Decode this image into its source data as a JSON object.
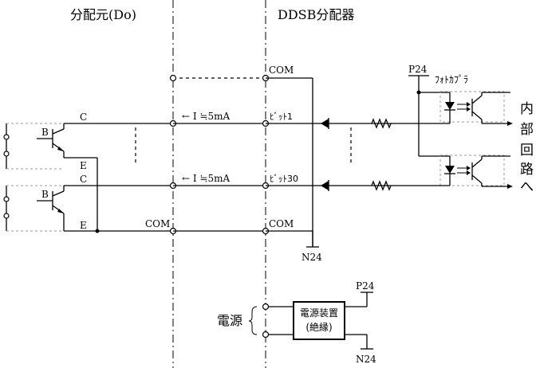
{
  "headers": {
    "left": "分配元(Do)",
    "right": "DDSB分配器"
  },
  "labels": {
    "com_top": "COM",
    "p24_top": "P24",
    "photocoupler": "ﾌｫﾄｶﾌﾟﾗ",
    "current_1": "← I ≒5mA",
    "current_2": "← I ≒5mA",
    "bit_1": "ﾋﾞｯﾄ1",
    "bit_30": "ﾋﾞｯﾄ30",
    "c_1": "C",
    "b_1": "B",
    "e_1": "E",
    "c_2": "C",
    "b_2": "B",
    "e_2": "E",
    "com_left": "COM",
    "com_right": "COM",
    "n24_mid": "N24",
    "internal_circuit": [
      "内",
      "部",
      "回",
      "路",
      "へ"
    ],
    "power": "電源",
    "power_device_1": "電源装置",
    "power_device_2": "(絶縁)",
    "p24_bottom": "P24",
    "n24_bottom": "N24"
  }
}
